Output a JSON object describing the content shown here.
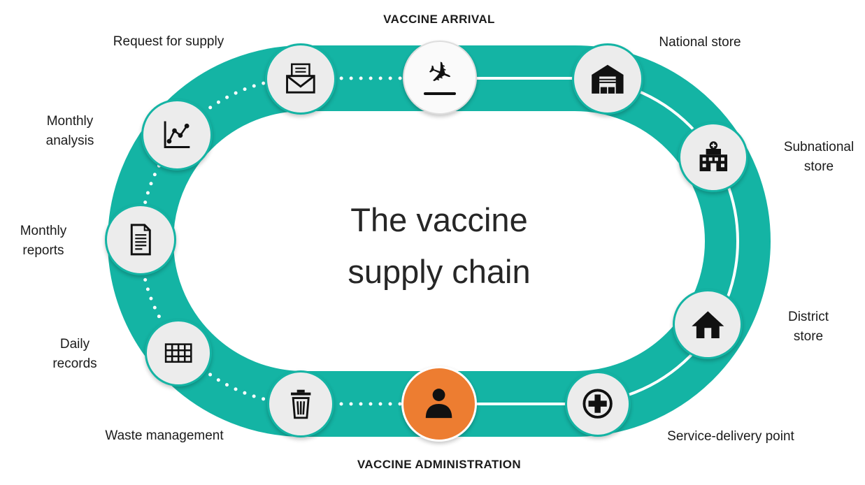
{
  "title": {
    "line1": "The vaccine",
    "line2": "supply chain"
  },
  "colors": {
    "ring_teal": "#14b4a4",
    "node_fill": "#ececec",
    "node_border": "#14b4a4",
    "highlight_orange": "#ed7d31",
    "icon_black": "#111111",
    "connector_white": "#ffffff"
  },
  "stages": {
    "vaccine_arrival": {
      "label": "VACCINE ARRIVAL",
      "icon": "airplane-landing-icon",
      "glyph": "✈"
    },
    "national_store": {
      "label": "National store",
      "icon": "warehouse-icon"
    },
    "subnational_store": {
      "label": "Subnational store",
      "icon": "hospital-building-icon"
    },
    "district_store": {
      "label": "District store",
      "icon": "house-icon"
    },
    "service_delivery_point": {
      "label": "Service-delivery point",
      "icon": "medical-cross-icon"
    },
    "vaccine_administration": {
      "label": "VACCINE ADMINISTRATION",
      "icon": "person-icon"
    },
    "waste_management": {
      "label": "Waste management",
      "icon": "trash-bin-icon"
    },
    "daily_records": {
      "label": "Daily records",
      "icon": "table-grid-icon"
    },
    "monthly_reports": {
      "label": "Monthly reports",
      "icon": "document-icon"
    },
    "monthly_analysis": {
      "label": "Monthly analysis",
      "icon": "line-chart-icon"
    },
    "request_for_supply": {
      "label": "Request for supply",
      "icon": "envelope-letter-icon"
    }
  }
}
